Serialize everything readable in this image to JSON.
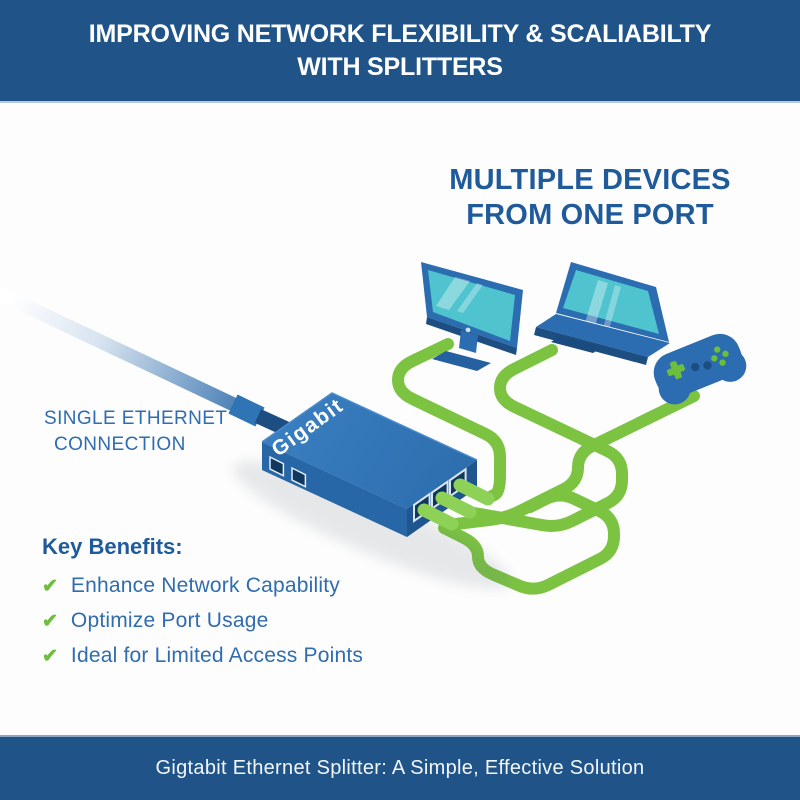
{
  "header": {
    "line1": "IMPROVING NETWORK FLEXIBILITY & SCALIABILTY",
    "line2": "WITH SPLITTERS"
  },
  "headline": {
    "line1": "MULTIPLE DEVICES",
    "line2": "FROM ONE PORT"
  },
  "diagram": {
    "connection_label_line1": "SINGLE ETHERNET",
    "connection_label_line2": "CONNECTION",
    "splitter_label": "Gigabit",
    "devices": [
      "monitor",
      "laptop",
      "game-controller"
    ],
    "port_count_input": 1,
    "port_count_output": 3
  },
  "benefits": {
    "title": "Key Benefits:",
    "check_icon": "✔",
    "items": [
      "Enhance Network Capability",
      "Optimize Port Usage",
      "Ideal for Limited Access Points"
    ]
  },
  "footer": {
    "text": "Gigtabit Ethernet Splitter: A Simple, Effective Solution"
  },
  "colors": {
    "banner_blue": "#205489",
    "heading_blue": "#1f5b9b",
    "body_text_blue": "#2f6cb0",
    "check_green": "#6cbe3c",
    "cable_green": "#7cc342",
    "connector_green": "#8ed157",
    "device_blue_top": "#2f74b4",
    "device_blue_left": "#2766a7",
    "device_blue_right": "#1f568f",
    "frame_blue": "#2b6db0",
    "edge_blue": "#1c4e82",
    "screen_teal": "#4fc3ce",
    "port_navy": "#10375e"
  }
}
